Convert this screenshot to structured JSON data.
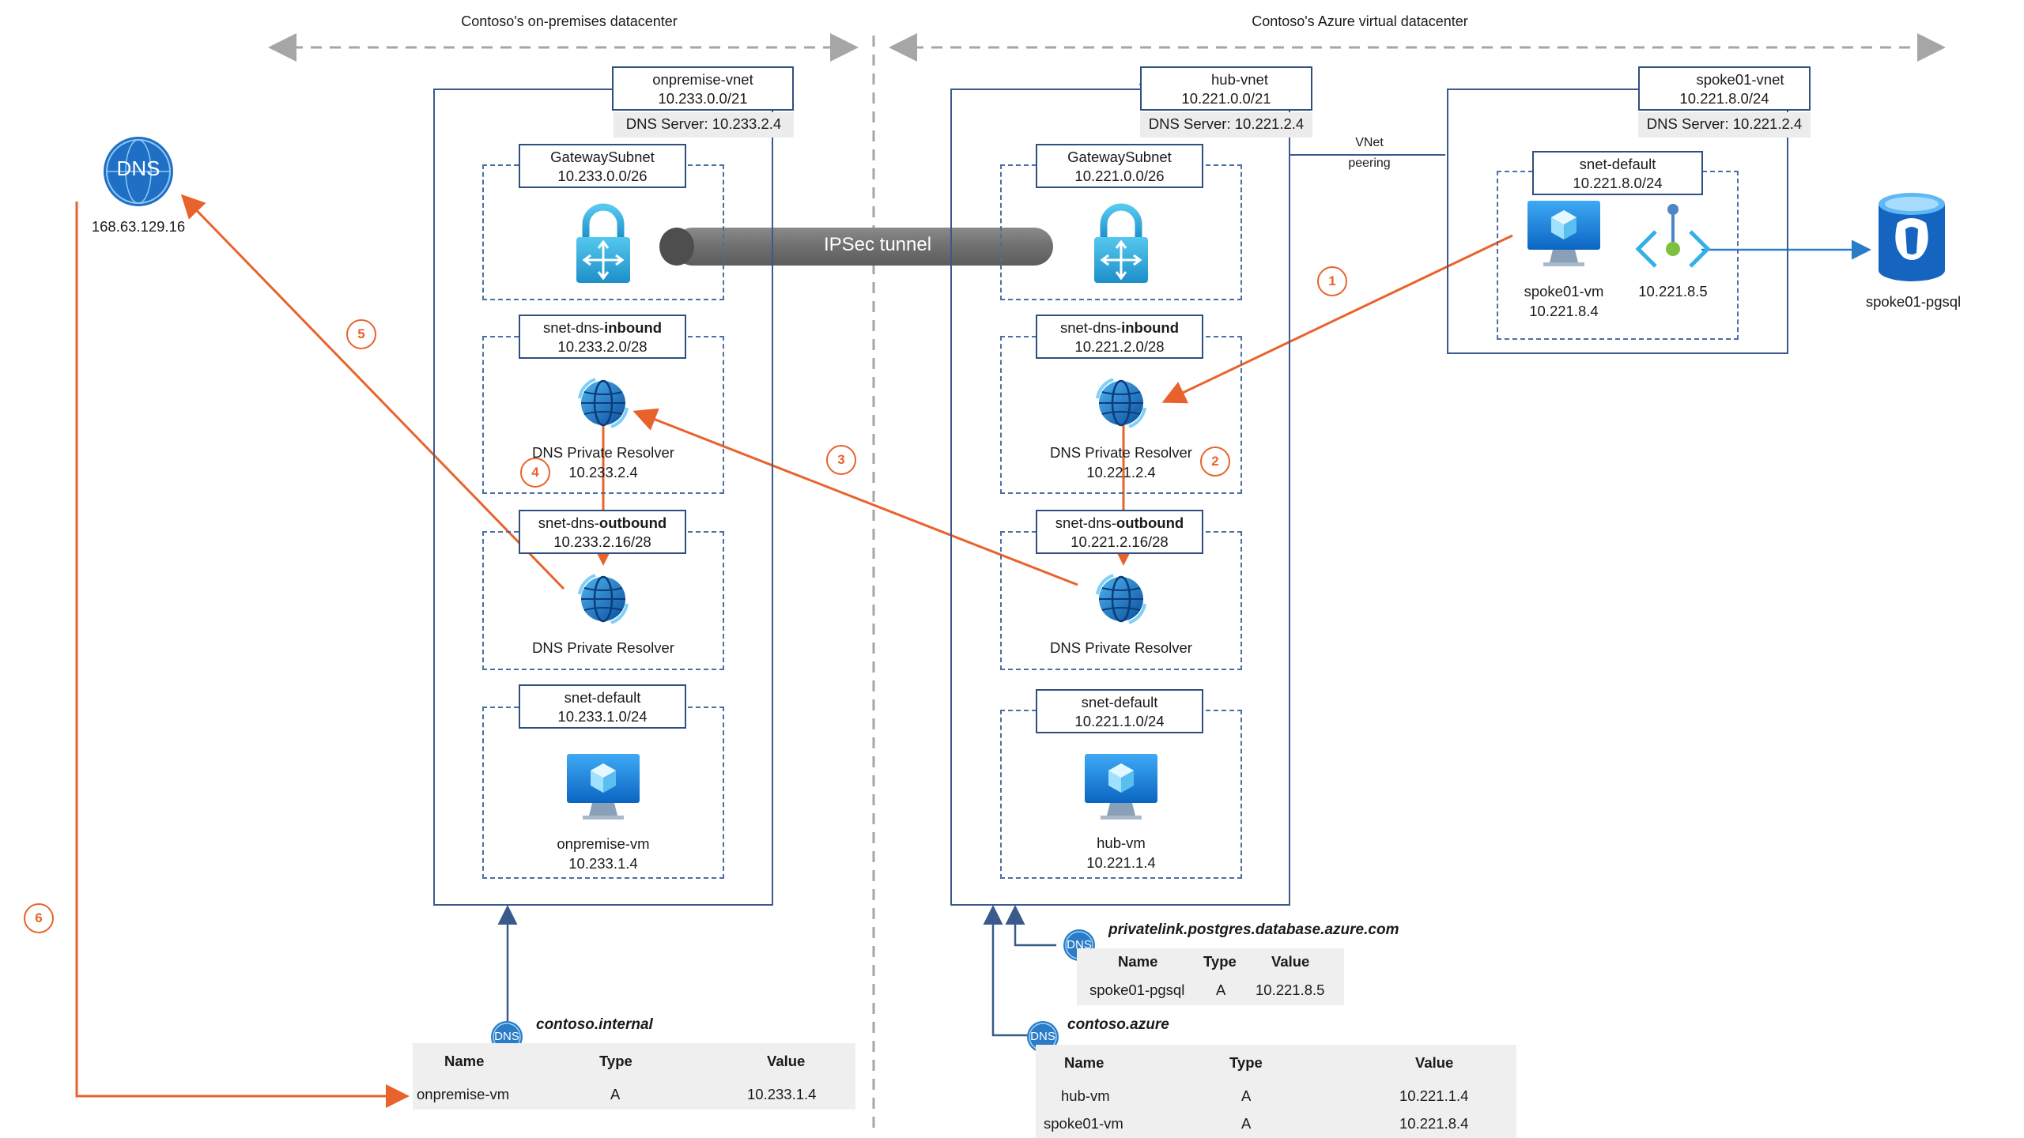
{
  "zones": {
    "onprem": "Contoso's on-premises datacenter",
    "azure": "Contoso's Azure virtual datacenter"
  },
  "public_dns": {
    "icon": "DNS",
    "ip": "168.63.129.16"
  },
  "onprem_vnet": {
    "name": "onpremise-vnet",
    "cidr": "10.233.0.0/21",
    "dns_server": "DNS Server: 10.233.2.4",
    "gateway_subnet": {
      "name": "GatewaySubnet",
      "cidr": "10.233.0.0/26"
    },
    "inbound_subnet": {
      "name_prefix": "snet-dns-",
      "name_bold": "inbound",
      "cidr": "10.233.2.0/28",
      "resolver_label": "DNS Private Resolver",
      "resolver_ip": "10.233.2.4"
    },
    "outbound_subnet": {
      "name_prefix": "snet-dns-",
      "name_bold": "outbound",
      "cidr": "10.233.2.16/28",
      "resolver_label": "DNS Private Resolver"
    },
    "default_subnet": {
      "name": "snet-default",
      "cidr": "10.233.1.0/24",
      "vm_name": "onpremise-vm",
      "vm_ip": "10.233.1.4"
    }
  },
  "tunnel": {
    "label": "IPSec tunnel"
  },
  "hub_vnet": {
    "name": "hub-vnet",
    "cidr": "10.221.0.0/21",
    "dns_server": "DNS Server: 10.221.2.4",
    "gateway_subnet": {
      "name": "GatewaySubnet",
      "cidr": "10.221.0.0/26"
    },
    "inbound_subnet": {
      "name_prefix": "snet-dns-",
      "name_bold": "inbound",
      "cidr": "10.221.2.0/28",
      "resolver_label": "DNS Private Resolver",
      "resolver_ip": "10.221.2.4"
    },
    "outbound_subnet": {
      "name_prefix": "snet-dns-",
      "name_bold": "outbound",
      "cidr": "10.221.2.16/28",
      "resolver_label": "DNS Private Resolver"
    },
    "default_subnet": {
      "name": "snet-default",
      "cidr": "10.221.1.0/24",
      "vm_name": "hub-vm",
      "vm_ip": "10.221.1.4"
    }
  },
  "peering": {
    "line1": "VNet",
    "line2": "peering"
  },
  "spoke_vnet": {
    "name": "spoke01-vnet",
    "cidr": "10.221.8.0/24",
    "dns_server": "DNS Server: 10.221.2.4",
    "default_subnet": {
      "name": "snet-default",
      "cidr": "10.221.8.0/24",
      "vm_name": "spoke01-vm",
      "vm_ip": "10.221.8.4",
      "pe_ip": "10.221.8.5"
    }
  },
  "pgsql": {
    "name": "spoke01-pgsql"
  },
  "steps": [
    "1",
    "2",
    "3",
    "4",
    "5",
    "6"
  ],
  "zones_dns": {
    "onprem": {
      "icon": "DNS",
      "zone": "contoso.internal",
      "headers": [
        "Name",
        "Type",
        "Value"
      ],
      "rows": [
        [
          "onpremise-vm",
          "A",
          "10.233.1.4"
        ]
      ]
    },
    "privatelink": {
      "icon": "DNS",
      "zone": "privatelink.postgres.database.azure.com",
      "headers": [
        "Name",
        "Type",
        "Value"
      ],
      "rows": [
        [
          "spoke01-pgsql",
          "A",
          "10.221.8.5"
        ]
      ]
    },
    "azure": {
      "icon": "DNS",
      "zone": "contoso.azure",
      "headers": [
        "Name",
        "Type",
        "Value"
      ],
      "rows": [
        [
          "hub-vm",
          "A",
          "10.221.1.4"
        ],
        [
          "spoke01-vm",
          "A",
          "10.221.8.4"
        ]
      ]
    }
  },
  "colors": {
    "flow": "#e8632b",
    "vnet_border": "#3a5a8c",
    "subnet_border": "#4a6fa5",
    "azure_blue": "#0078d4"
  }
}
